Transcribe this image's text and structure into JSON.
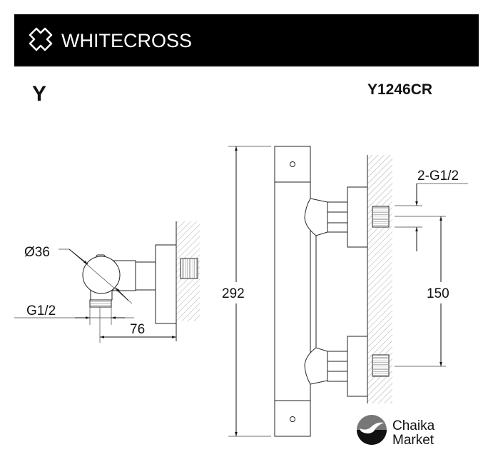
{
  "header": {
    "brand": "WHITECROSS",
    "series_letter": "Y",
    "model_code": "Y1246CR",
    "colors": {
      "bar": "#000000",
      "brand_text": "#ffffff"
    }
  },
  "side_view": {
    "diameter_label": "Ø36",
    "outlet_thread_label": "G1/2",
    "depth_label": "76"
  },
  "front_view": {
    "height_label": "292",
    "inlet_thread_label": "2-G1/2",
    "center_distance_label": "150"
  },
  "watermark": {
    "line1": "Chaika",
    "line2": "Market"
  },
  "icons": {
    "brand": "cross-logo-icon",
    "watermark": "seagull-logo-icon"
  }
}
